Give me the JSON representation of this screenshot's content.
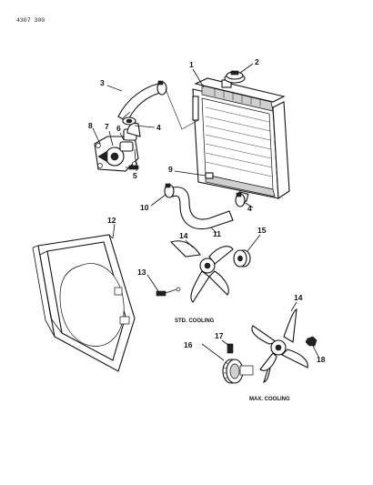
{
  "figure_code": "4307 300",
  "callouts": [
    {
      "id": "1",
      "text": "1"
    },
    {
      "id": "2",
      "text": "2"
    },
    {
      "id": "3",
      "text": "3"
    },
    {
      "id": "4a",
      "text": "4"
    },
    {
      "id": "4b",
      "text": "4"
    },
    {
      "id": "5",
      "text": "5"
    },
    {
      "id": "6",
      "text": "6"
    },
    {
      "id": "7",
      "text": "7"
    },
    {
      "id": "8",
      "text": "8"
    },
    {
      "id": "9",
      "text": "9"
    },
    {
      "id": "10",
      "text": "10"
    },
    {
      "id": "11",
      "text": "11"
    },
    {
      "id": "12",
      "text": "12"
    },
    {
      "id": "13",
      "text": "13"
    },
    {
      "id": "14a",
      "text": "14"
    },
    {
      "id": "14b",
      "text": "14"
    },
    {
      "id": "15",
      "text": "15"
    },
    {
      "id": "16",
      "text": "16"
    },
    {
      "id": "17",
      "text": "17"
    },
    {
      "id": "18",
      "text": "18"
    }
  ],
  "captions": {
    "std": "STD. COOLING",
    "max": "MAX. COOLING"
  }
}
